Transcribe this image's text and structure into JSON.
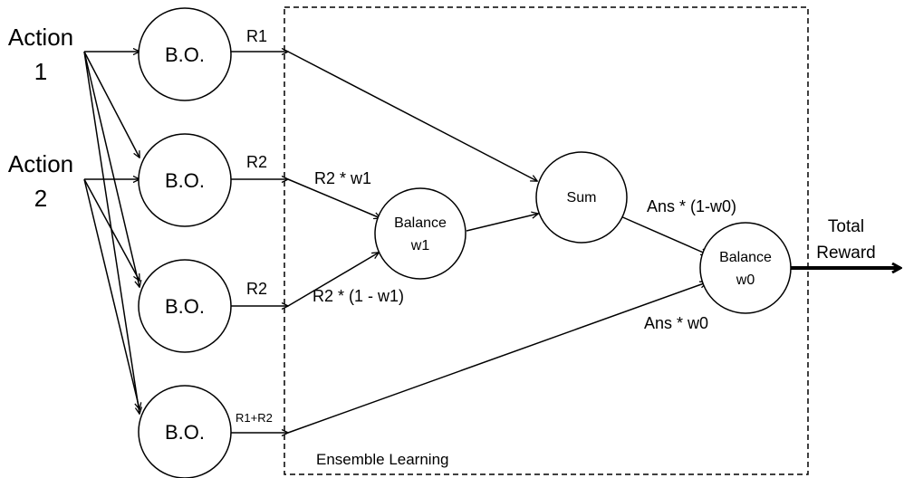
{
  "inputs": {
    "action1": {
      "line1": "Action",
      "line2": "1"
    },
    "action2": {
      "line1": "Action",
      "line2": "2"
    }
  },
  "nodes": {
    "bo1": "B.O.",
    "bo2": "B.O.",
    "bo3": "B.O.",
    "bo4": "B.O.",
    "balance_w1": {
      "line1": "Balance",
      "line2": "w1"
    },
    "sum": "Sum",
    "balance_w0": {
      "line1": "Balance",
      "line2": "w0"
    }
  },
  "edge_labels": {
    "r1": "R1",
    "r2_top": "R2",
    "r2_bottom": "R2",
    "r1_plus_r2": "R1+R2",
    "r2_w1": "R2 * w1",
    "r2_one_minus_w1": "R2 * (1 - w1)",
    "ans_one_minus_w0": "Ans * (1-w0)",
    "ans_w0": "Ans * w0"
  },
  "group": {
    "label": "Ensemble Learning"
  },
  "output": {
    "line1": "Total",
    "line2": "Reward"
  },
  "colors": {
    "stroke": "#000000",
    "background": "#ffffff"
  }
}
